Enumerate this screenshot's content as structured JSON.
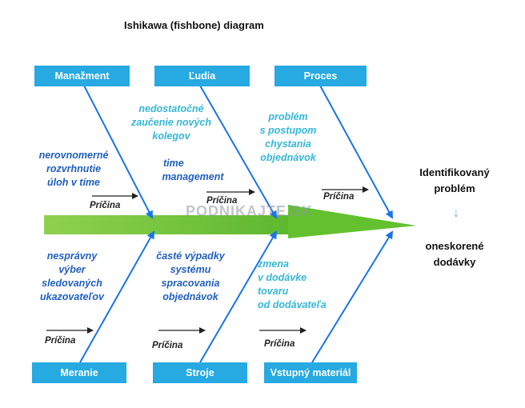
{
  "title": "Ishikawa (fishbone) diagram",
  "categories_top": [
    "Manažment",
    "Ľudia",
    "Proces"
  ],
  "categories_bottom": [
    "Meranie",
    "Stroje",
    "Vstupný materiál"
  ],
  "cause_label": "Príčina",
  "notes": {
    "top_left": [
      "nerovnomerné",
      "rozvrhnutie",
      "úloh v tíme"
    ],
    "top_mid_upper": [
      "nedostatočné",
      "zaučenie nových",
      "kolegov"
    ],
    "top_mid_lower": [
      "time",
      "management"
    ],
    "top_right": [
      "problém",
      "s postupom",
      "chystania",
      "objednávok"
    ],
    "bottom_left": [
      "nesprávny",
      "výber",
      "sledovaných",
      "ukazovateľov"
    ],
    "bottom_mid": [
      "časté výpadky",
      "systému",
      "spracovania",
      "objednávok"
    ],
    "bottom_right": [
      "zmena",
      "v dodávke",
      "tovaru",
      "od dodávateľa"
    ]
  },
  "problem_heading": [
    "Identifikovaný",
    "problém"
  ],
  "problem_value": [
    "oneskorené",
    "dodávky"
  ],
  "watermark": "PODNIKAJTE.SK",
  "colors": {
    "box": "#27a9e1",
    "line": "#1a73e8",
    "spine": "#7ac943",
    "note_dark": "#1f5fbf",
    "note_light": "#35b7d6"
  }
}
